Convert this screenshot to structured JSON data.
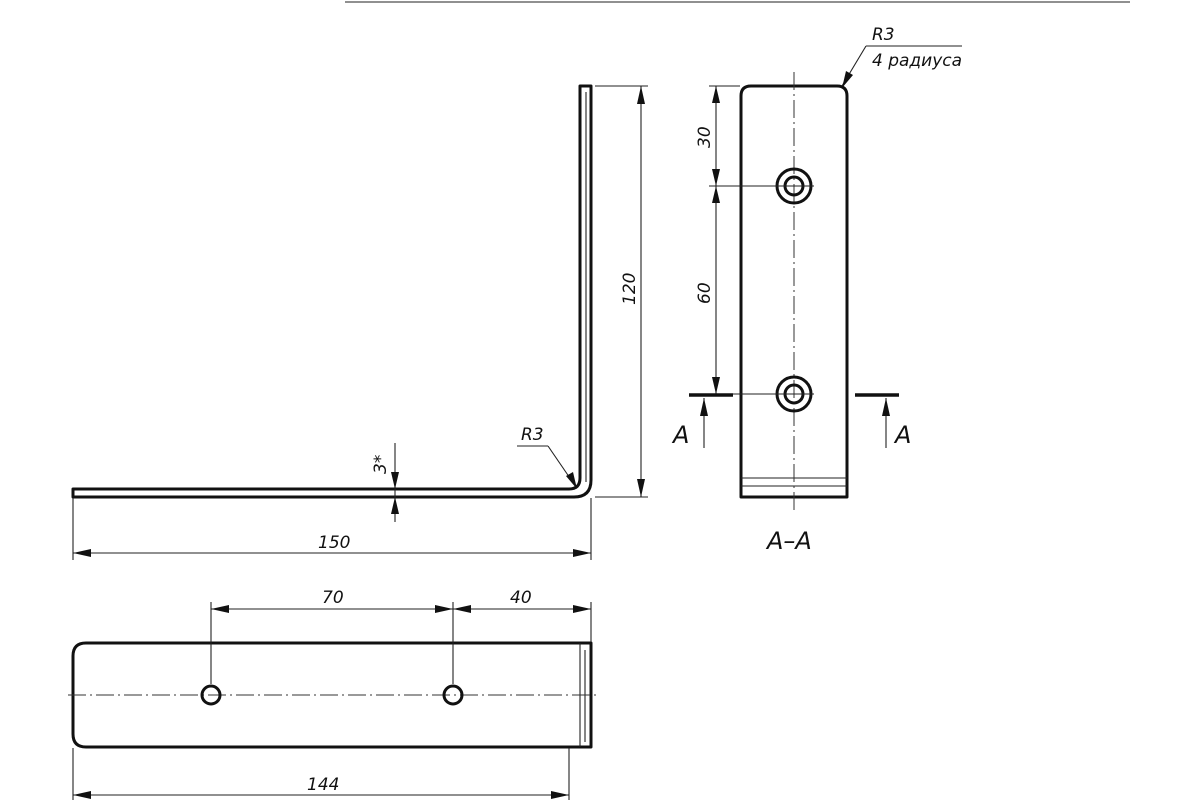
{
  "dimensions": {
    "length_150": "150",
    "height_120": "120",
    "thickness": "3*",
    "bend_radius": "R3",
    "hole_offset_30": "30",
    "hole_spacing_60": "60",
    "hole_spacing_70": "70",
    "hole_offset_40": "40",
    "flat_length_144": "144"
  },
  "notes": {
    "corner_radius": "R3",
    "corner_radius_count": "4 радиуса"
  },
  "section": {
    "marker_left": "A",
    "marker_right": "A",
    "title": "A–A"
  }
}
